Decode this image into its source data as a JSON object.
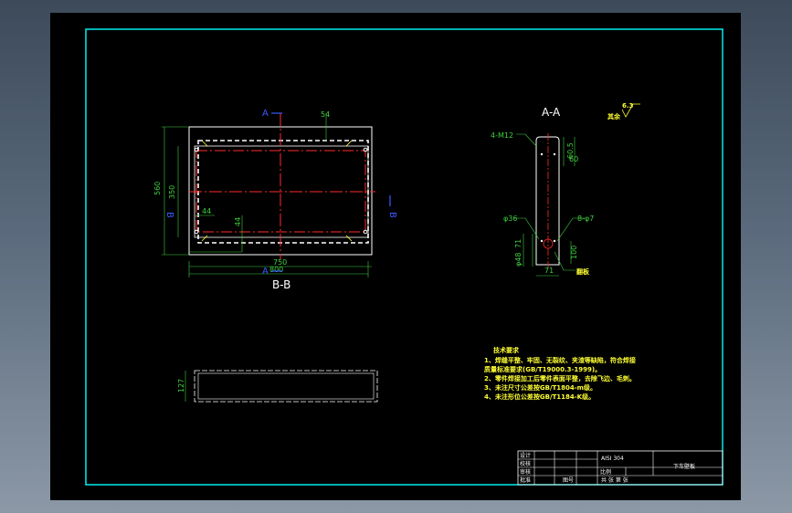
{
  "drawing": {
    "view_bb": "B-B",
    "view_aa": "A-A",
    "section_mark": "A",
    "section_mark_b": "B",
    "dims_plan": {
      "d54": "54",
      "d560": "560",
      "d350": "350",
      "d44a": "44",
      "d44b": "44",
      "d750": "750",
      "d800": "800"
    },
    "dims_section": {
      "thread": "4-M12",
      "d60_5": "60.5",
      "d60": "60",
      "dia36": "φ36",
      "holes": "8-φ7",
      "d71": "71",
      "dia48": "φ48",
      "d100": "100",
      "d71b": "71",
      "note": "翻板"
    },
    "roughness": "6.3",
    "roughness_label": "其余",
    "dim_side": "127",
    "tech_title": "技术要求",
    "tech_lines": [
      "1、焊缝平整、牢固、无裂纹、夹渣等缺陷，符合焊接",
      "   质量标准要求(GB/T19000.3-1999)。",
      "2、零件焊接加工后零件表面平整，去除飞边、毛刺。",
      "3、未注尺寸公差按GB/T1804-m级。",
      "4、未注形位公差按GB/T1184-K级。"
    ]
  },
  "title_block": {
    "design": "设计",
    "check": "校核",
    "review": "审核",
    "approve": "批准",
    "material": "AISI 304",
    "scale": "比例",
    "part_name": "下车壁板",
    "sheet_no": "图号",
    "footer": "共  张  第  张"
  },
  "colors": {
    "frame": "#00ffff",
    "line": "#ffffff",
    "center": "#ff2a2a",
    "dim": "#3fd03f",
    "section": "#3a5bff",
    "note": "#ffff33"
  }
}
